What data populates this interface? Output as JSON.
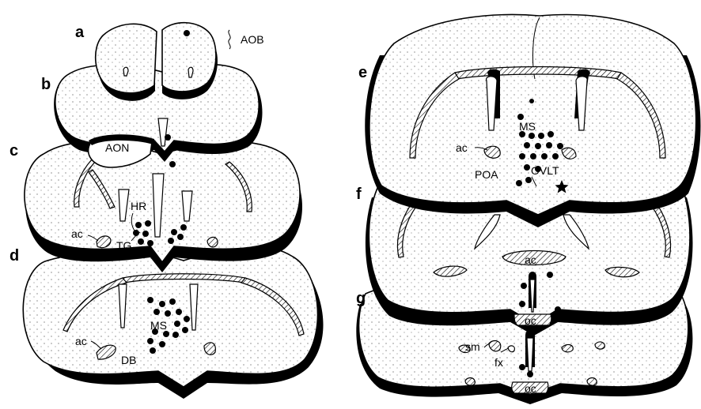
{
  "panels": {
    "a": "a",
    "b": "b",
    "c": "c",
    "d": "d",
    "e": "e",
    "f": "f",
    "g": "g"
  },
  "labels": {
    "aob": "AOB",
    "aon": "AON",
    "hr": "HR",
    "tg": "TG",
    "ac_c": "ac",
    "ac_d": "ac",
    "ms_d": "MS",
    "db": "DB",
    "ms_e": "MS",
    "ac_e": "ac",
    "poa": "POA",
    "ovlt": "OVLT",
    "ac_f": "ac",
    "oc_f": "oc",
    "sm": "sm",
    "fx": "fx",
    "oc_g": "oc"
  },
  "colors": {
    "ink": "#000000",
    "paper": "#ffffff"
  }
}
